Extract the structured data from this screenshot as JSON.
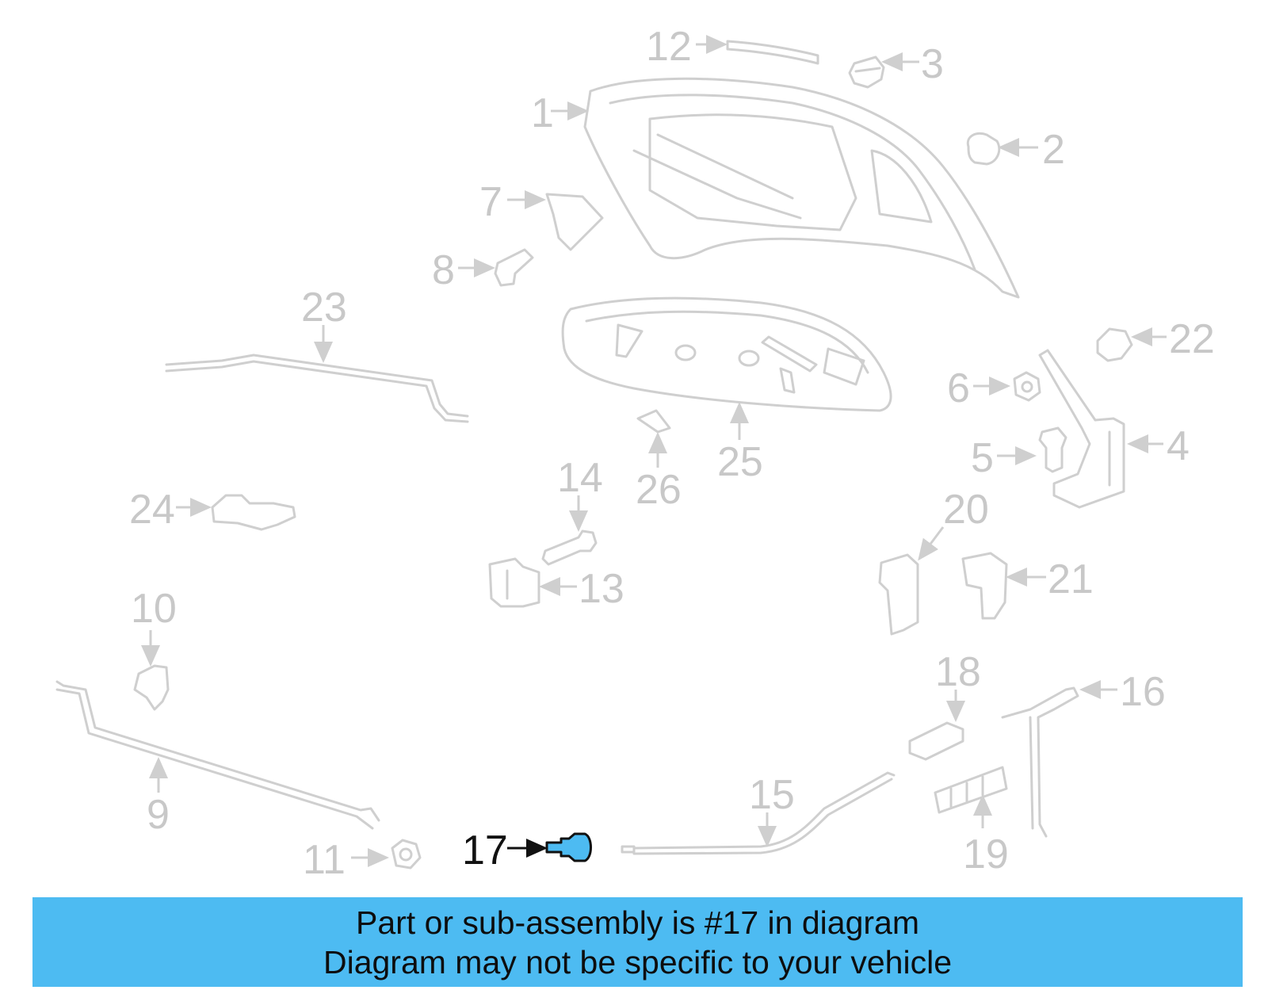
{
  "colors": {
    "banner_bg": "#4dbbf2",
    "part_stroke": "#cfcfcf",
    "highlight_fill": "#4dbbf2",
    "highlight_text": "#111111"
  },
  "labels": {
    "p1": "1",
    "p2": "2",
    "p3": "3",
    "p4": "4",
    "p5": "5",
    "p6": "6",
    "p7": "7",
    "p8": "8",
    "p9": "9",
    "p10": "10",
    "p11": "11",
    "p12": "12",
    "p13": "13",
    "p14": "14",
    "p15": "15",
    "p16": "16",
    "p17": "17",
    "p18": "18",
    "p19": "19",
    "p20": "20",
    "p21": "21",
    "p22": "22",
    "p23": "23",
    "p24": "24",
    "p25": "25",
    "p26": "26"
  },
  "highlighted_part": "17",
  "banner": {
    "line1": "Part or sub-assembly is #17 in diagram",
    "line2": "Diagram may not be specific to your vehicle"
  }
}
